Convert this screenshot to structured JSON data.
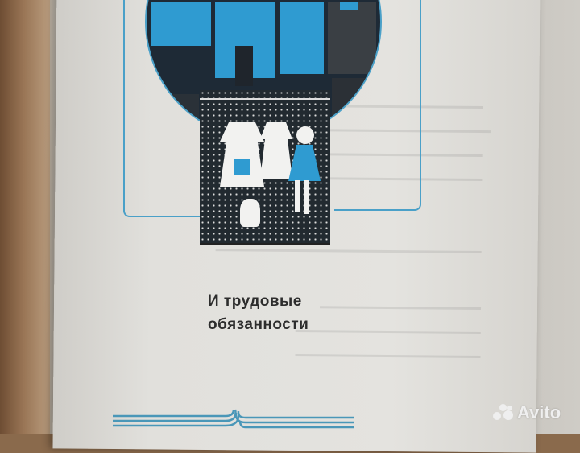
{
  "photo": {
    "subject": "Open Soviet-era book page with illustration",
    "heading": {
      "line1": "И трудовые",
      "line2": "обязанности"
    },
    "illustration": {
      "description": "Blue-and-black linocut: sewing machine, flowers, girl in apron beside dresses on hangers, toddler sitting",
      "accent_color": "#2f9bd1",
      "ink_color": "#1f252c"
    },
    "watermark": {
      "label": "Avito"
    },
    "colors": {
      "paper": "#e2e1dd",
      "frame_blue": "#4aa0c8",
      "text": "#2d2d2d",
      "background_wood": "#8a6a4c"
    }
  }
}
